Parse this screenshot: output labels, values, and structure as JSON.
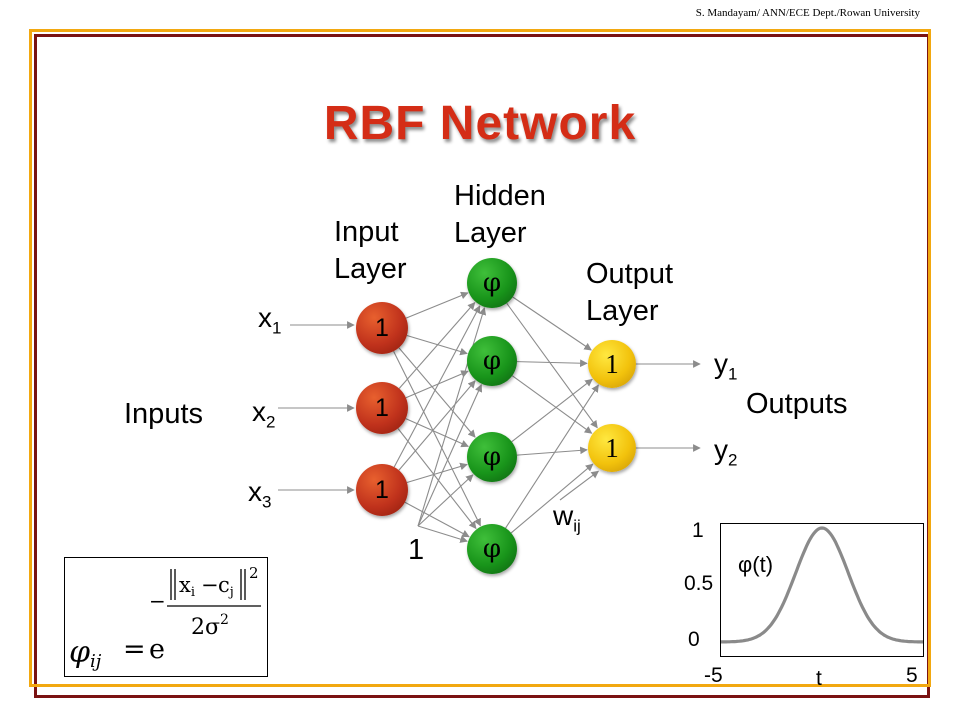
{
  "credit": "S. Mandayam/ ANN/ECE Dept./Rowan University",
  "title": "RBF Network",
  "labels": {
    "input_layer_line1": "Input",
    "input_layer_line2": "Layer",
    "hidden_layer_line1": "Hidden",
    "hidden_layer_line2": "Layer",
    "output_layer_line1": "Output",
    "output_layer_line2": "Layer",
    "inputs": "Inputs",
    "outputs": "Outputs",
    "bias": "1",
    "weights_main": "w",
    "weights_sub": "ij"
  },
  "inputs": [
    {
      "main": "x",
      "sub": "1",
      "node_value": "1"
    },
    {
      "main": "x",
      "sub": "2",
      "node_value": "1"
    },
    {
      "main": "x",
      "sub": "3",
      "node_value": "1"
    }
  ],
  "hidden_nodes": [
    "φ",
    "φ",
    "φ",
    "φ"
  ],
  "outputs": [
    {
      "main": "y",
      "sub": "1",
      "node_value": "1"
    },
    {
      "main": "y",
      "sub": "2",
      "node_value": "1"
    }
  ],
  "formula": {
    "lhs_main": "φ",
    "lhs_sub": "ij",
    "eq": "=",
    "base": "e",
    "minus": "−",
    "norm_x": "x",
    "norm_x_sub": "i",
    "norm_minus": "−",
    "norm_c": "c",
    "norm_c_sub": "j",
    "num_exp": "2",
    "den": "2σ",
    "den_exp": "2"
  },
  "plot": {
    "curve_label": "φ(t)",
    "y_ticks": [
      "1",
      "0.5",
      "0"
    ],
    "x_ticks": [
      "-5",
      "t",
      "5"
    ],
    "x_range": [
      -5,
      5
    ],
    "y_range": [
      0,
      1
    ],
    "sigma": 1.3,
    "curve_color": "#8a8a8a"
  },
  "colors": {
    "title": "#d42d16",
    "frame_outer": "#7a1212",
    "frame_inner": "#f2a810",
    "input_node": "#c0321c",
    "hidden_node": "#18941a",
    "output_node": "#f2c20c",
    "connection": "#8c8c8c"
  }
}
